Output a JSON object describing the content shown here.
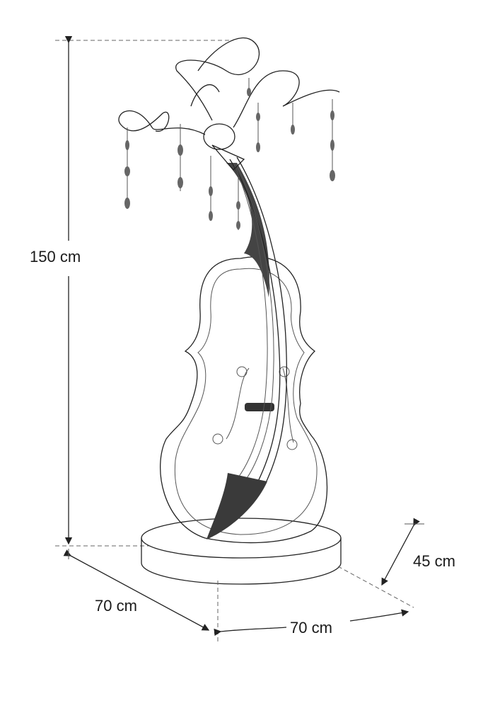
{
  "dimensions": {
    "height": "150 cm",
    "depth": "70 cm",
    "width": "70 cm",
    "base_height": "45 cm"
  }
}
